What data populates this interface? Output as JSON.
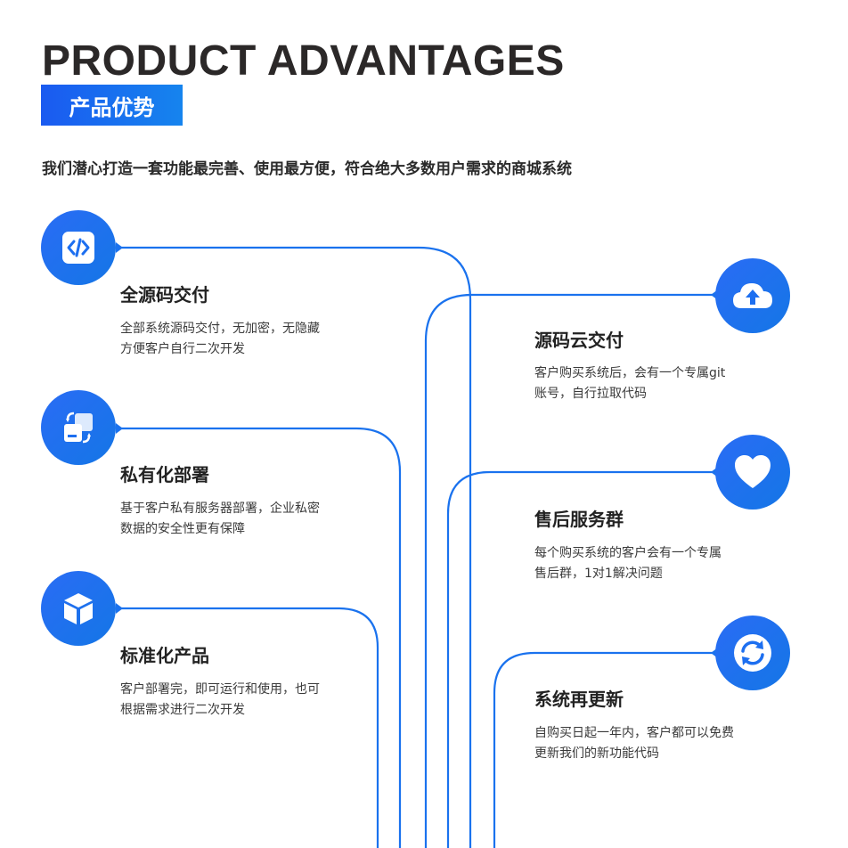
{
  "header": {
    "title_en": "PRODUCT ADVANTAGES",
    "title_cn": "产品优势",
    "intro": "我们潜心打造一套功能最完善、使用最方便，符合绝大多数用户需求的商城系统"
  },
  "features_left": [
    {
      "icon": "code-icon",
      "title": "全源码交付",
      "desc_line1": "全部系统源码交付，无加密，无隐藏",
      "desc_line2": "方便客户自行二次开发"
    },
    {
      "icon": "deploy-icon",
      "title": "私有化部署",
      "desc_line1": "基于客户私有服务器部署，企业私密",
      "desc_line2": "数据的安全性更有保障"
    },
    {
      "icon": "cube-icon",
      "title": "标准化产品",
      "desc_line1": "客户部署完，即可运行和使用，也可",
      "desc_line2": "根据需求进行二次开发"
    }
  ],
  "features_right": [
    {
      "icon": "cloud-upload-icon",
      "title": "源码云交付",
      "desc_line1": "客户购买系统后，会有一个专属git",
      "desc_line2": "账号，自行拉取代码"
    },
    {
      "icon": "heart-icon",
      "title": "售后服务群",
      "desc_line1": "每个购买系统的客户会有一个专属",
      "desc_line2": "售后群，1对1解决问题"
    },
    {
      "icon": "refresh-icon",
      "title": "系统再更新",
      "desc_line1": "自购买日起一年内，客户都可以免费",
      "desc_line2": "更新我们的新功能代码"
    }
  ],
  "colors": {
    "accent": "#1a6ef0",
    "line": "#1a72ee",
    "title": "#2b2828"
  }
}
